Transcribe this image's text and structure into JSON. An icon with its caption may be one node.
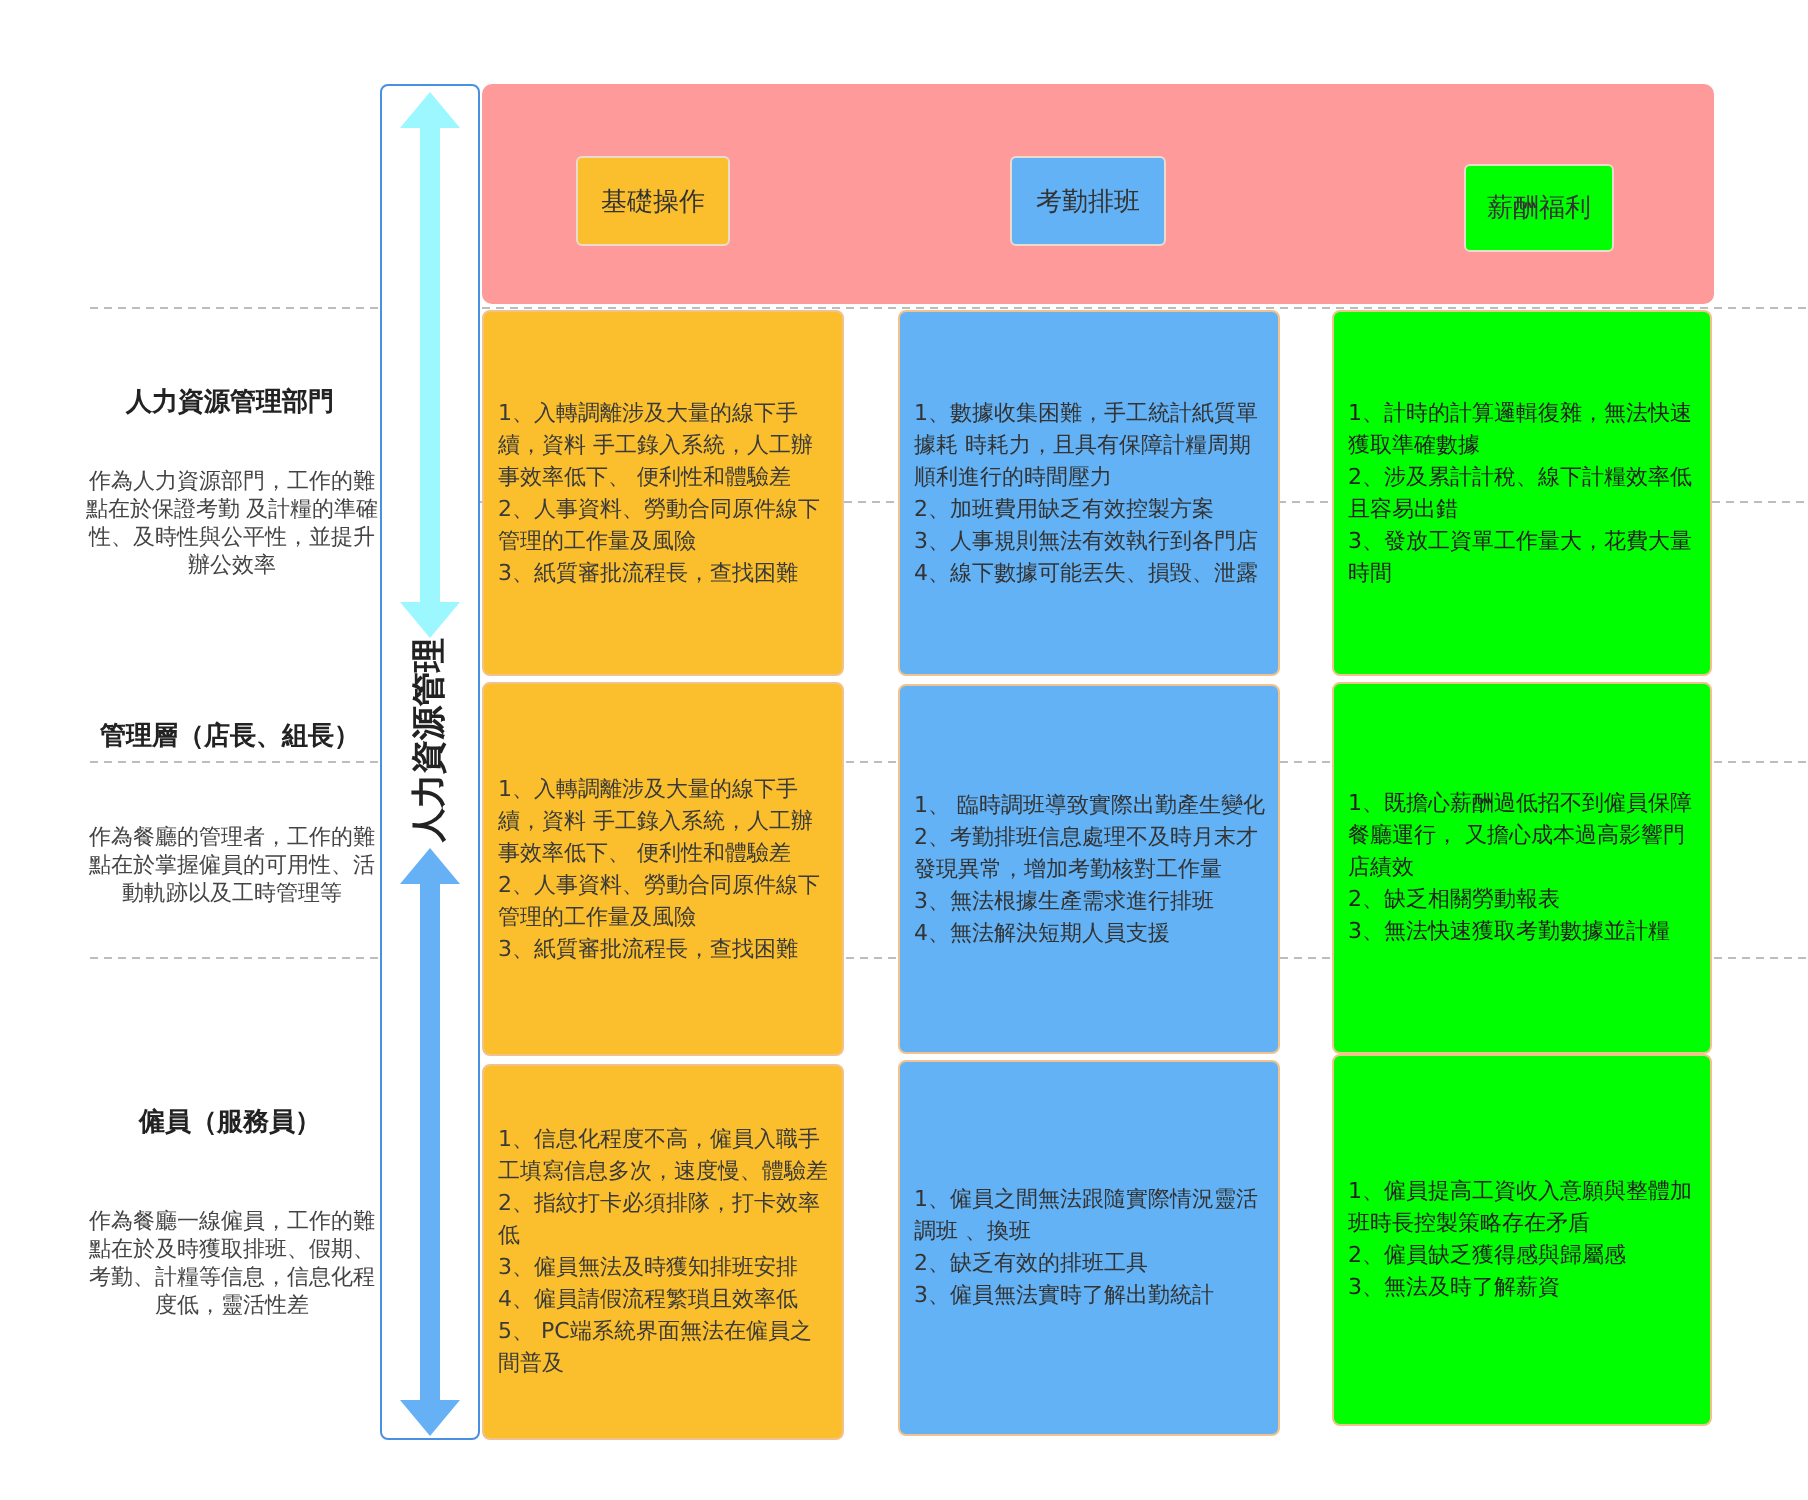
{
  "diagram": {
    "nodes": [
      {
        "text": [
          "人力資源管理"
        ]
      },
      {
        "text": [],
        "shape": "band"
      },
      {
        "text": [
          "基礎操作"
        ],
        "in": 1
      },
      {
        "text": [
          "考勤排班"
        ],
        "in": 1
      },
      {
        "text": [
          "薪酬福利"
        ],
        "in": 1
      },
      {
        "text": [
          "1、入轉調離涉及大量的線下手續，資料 手工錄入系統，人工辦事效率低下、 便利性和體驗差",
          "2、人事資料、勞動合同原件線下管理的工作量及風險",
          "3、紙質審批流程長，查找困難"
        ]
      },
      {
        "text": [
          "1、數據收集困難，手工統計紙質單據耗 時耗力，且具有保障計糧周期順利進行的時間壓力",
          "2、加班費用缺乏有效控製方案",
          "3、人事規則無法有效執行到各門店",
          "4、線下數據可能丟失、損毀、泄露"
        ]
      },
      {
        "text": [
          "1、計時的計算邏輯復雜，無法快速獲取準確數據",
          "2、涉及累計計稅、線下計糧效率低且容易出錯",
          "3、發放工資單工作量大，花費大量時間"
        ]
      },
      {
        "text": [
          "1、入轉調離涉及大量的線下手續，資料 手工錄入系統，人工辦事效率低下、 便利性和體驗差",
          "2、人事資料、勞動合同原件線下管理的工作量及風險",
          "3、紙質審批流程長，查找困難"
        ]
      },
      {
        "text": [
          "1、 臨時調班導致實際出勤產生變化",
          "2、考勤排班信息處理不及時月末才發現異常，增加考勤核對工作量",
          "3、無法根據生產需求進行排班",
          "4、無法解決短期人員支援"
        ]
      },
      {
        "text": [
          "1、既擔心薪酬過低招不到僱員保障餐廳運行， 又擔心成本過高影響門店績效",
          "2、缺乏相關勞動報表",
          "3、無法快速獲取考勤數據並計糧"
        ]
      },
      {
        "text": [
          "1、信息化程度不高，僱員入職手工填寫信息多次，速度慢、體驗差",
          "2、指紋打卡必須排隊，打卡效率低",
          "3、僱員無法及時獲知排班安排",
          "4、僱員請假流程繁瑣且效率低",
          "5、 PC端系統界面無法在僱員之間普及"
        ]
      },
      {
        "text": [
          "1、僱員之間無法跟隨實際情況靈活調班 、換班",
          "2、缺乏有效的排班工具",
          "3、僱員無法實時了解出勤統計"
        ]
      },
      {
        "text": [
          "1、僱員提高工資收入意願與整體加班時長控製策略存在矛盾",
          "2、僱員缺乏獲得感與歸屬感",
          "3、無法及時了解薪資"
        ]
      }
    ],
    "labels": [
      "人力資源管理部門",
      "作為人力資源部門，工作的難點在於保證考勤 及計糧的準確性、及時性與公平性，並提升辦公效率",
      "管理層（店長、組長）",
      "作為餐廳的管理者，工作的難點在於掌握僱員的可用性、活動軌跡以及工時管理等",
      "僱員（服務員）",
      "作為餐廳一線僱員，工作的難點在於及時獲取排班、假期、考勤、計糧等信息，信息化程度低，靈活性差"
    ]
  }
}
